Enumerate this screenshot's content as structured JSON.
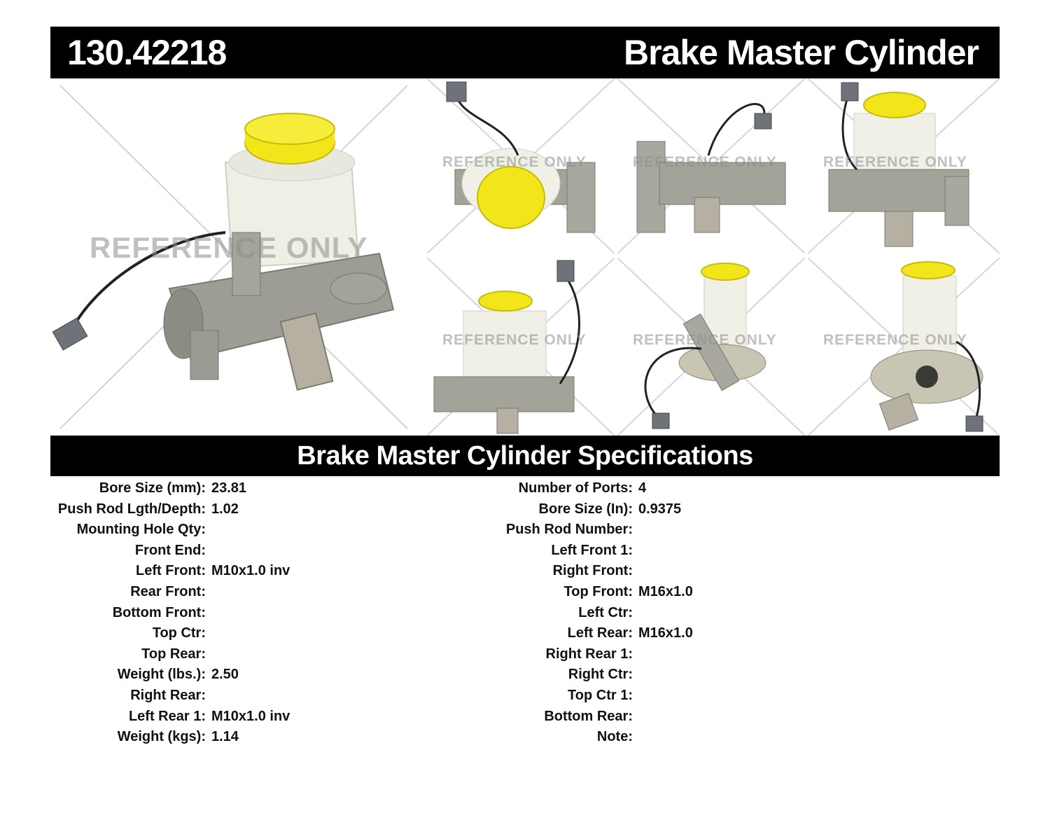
{
  "header": {
    "part_number": "130.42218",
    "part_type": "Brake Master Cylinder"
  },
  "gallery": {
    "watermark": "REFERENCE ONLY",
    "cap_color": "#f2e51a",
    "reservoir_color": "#efefe6",
    "body_color": "#9a9a92"
  },
  "specs": {
    "title": "Brake Master Cylinder Specifications",
    "left": [
      {
        "label": "Bore Size (mm):",
        "value": "23.81"
      },
      {
        "label": "Push Rod Lgth/Depth:",
        "value": "1.02"
      },
      {
        "label": "Mounting Hole Qty:",
        "value": ""
      },
      {
        "label": "Front End:",
        "value": ""
      },
      {
        "label": "Left Front:",
        "value": "M10x1.0 inv"
      },
      {
        "label": "Rear Front:",
        "value": ""
      },
      {
        "label": "Bottom Front:",
        "value": ""
      },
      {
        "label": "Top Ctr:",
        "value": ""
      },
      {
        "label": "Top Rear:",
        "value": ""
      },
      {
        "label": "Weight (lbs.):",
        "value": "2.50"
      },
      {
        "label": "Right Rear:",
        "value": ""
      },
      {
        "label": "Left Rear 1:",
        "value": "M10x1.0 inv"
      },
      {
        "label": "Weight (kgs):",
        "value": "1.14"
      }
    ],
    "right": [
      {
        "label": "Number of Ports:",
        "value": "4"
      },
      {
        "label": "Bore Size (In):",
        "value": "0.9375"
      },
      {
        "label": "Push Rod Number:",
        "value": ""
      },
      {
        "label": "Left Front 1:",
        "value": ""
      },
      {
        "label": "Right Front:",
        "value": ""
      },
      {
        "label": "Top Front:",
        "value": "M16x1.0"
      },
      {
        "label": "Left Ctr:",
        "value": ""
      },
      {
        "label": "Left Rear:",
        "value": "M16x1.0"
      },
      {
        "label": "Right Rear 1:",
        "value": ""
      },
      {
        "label": "Right Ctr:",
        "value": ""
      },
      {
        "label": "Top Ctr 1:",
        "value": ""
      },
      {
        "label": "Bottom Rear:",
        "value": ""
      },
      {
        "label": "Note:",
        "value": ""
      }
    ]
  }
}
